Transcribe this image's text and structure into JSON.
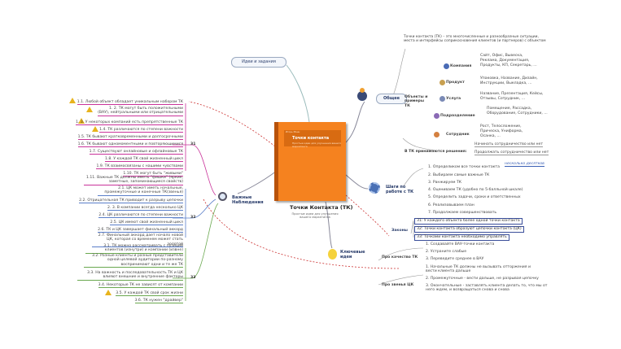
{
  "center": {
    "title": "Точки Контакта (ТК)",
    "subtitle": "Простые идеи для улучшения вашего маркетинга",
    "book_title": "Точки контакта",
    "book_sub": "Простые идеи для улучшения вашего маркетинга",
    "book_author": "Игорь Манн"
  },
  "top_node": {
    "label": "Идеи и задания"
  },
  "general": {
    "label": "Общее",
    "definition": "Точки контакта (ТК) – это многочисленные и разнообразные ситуации, места и интерфейсы соприкосновения клиентов (и партнеров) с объектом",
    "objects_label": "Объекты и примеры ТК",
    "objects": [
      {
        "name": "Компания",
        "detail": [
          "Сайт, Офис, Вывеска,",
          "Реклама, Документация,",
          "Продукты, КП, Секретарь, ..."
        ]
      },
      {
        "name": "Продукт",
        "detail": [
          "Упаковка, Название, Дизайн,",
          "Инструкции, Выкладка, ..."
        ]
      },
      {
        "name": "Услуга",
        "detail": [
          "Название, Презентация, Кейсы,",
          "Отзывы, Сотрудник, ..."
        ]
      },
      {
        "name": "Подразделение",
        "detail": [
          "Помещение, Рассадка,",
          "Оборудование, Сотрудники, ..."
        ]
      },
      {
        "name": "Сотрудник",
        "detail": [
          "Рост, Телосложение,",
          "Прическа, Униформа,",
          "Осанка, ..."
        ]
      }
    ],
    "decisions_label": "В ТК принимаются решения:",
    "decisions": [
      "Начинать сотрудничество или нет",
      "Продолжать сотрудничество или нет"
    ]
  },
  "steps": {
    "label": "Шаги по работе с ТК",
    "note": "несколько десятков",
    "items": [
      "1. Определиком все точки контакта",
      "2. Выбираем самые важные ТК",
      "3. Ранжируем ТК",
      "4. Оцениваем ТК (удобно по 5-балльной шкале)",
      "5. Определить задачи, сроки и ответственных",
      "6. Реализовываем план",
      "7. Продолжаем совершенствовать"
    ]
  },
  "laws": {
    "label": "Законы",
    "items": [
      "З1: У каждого объекта более одной точки контакта",
      "З2: Точки контакта образуют цепочки контакта (ЦК)",
      "З3: Точками контакта необходимо управлять"
    ]
  },
  "ideas": {
    "label": "Ключевые идеи",
    "quality_label": "Про качество ТК",
    "quality": [
      "1. Создавайте ВАУ-точки контакта",
      "2. Устраните слабые",
      "3. Переведите среднее в ВАУ"
    ],
    "chain_label": "Про звенья ЦК",
    "chain": [
      "1. Начальные ТК должны не вызывать отторжения и вести клиента дальше",
      "2. Промежуточные - вести дальше, не разрывая цепочку",
      "3. Окончательные - заставлять клиента делать то, что мы от него ждем, и возвращаться снова и снова"
    ]
  },
  "observations": {
    "label": "Важные Наблюдения",
    "b1": "31",
    "b2": "32",
    "b3": "33",
    "g1": [
      "1.1. Любой объект обладает уникальным набором ТК",
      "1. 2. ТК могут быть положительными (ВАУ), нейтральными или отрицательными",
      "1. 3. У некоторых компаний есть препрятственные ТК",
      "1.4. ТК различаются по степени важности",
      "1.5. ТК бывают кратковременными и долгосрочными",
      "1.6. ТК бывают одномоментными и повторяющимися",
      "1.7. Существуют онлайновые и офлайновые ТК",
      "1.8. У каждой ТК свой жизненный цикл",
      "1.9. ТК взаимосвязаны с нашими чувствами",
      "1.10. ТК могут быть \"живыми\"",
      "1.11. Важные ТК должны иметь \"фишки\" (яркие, заметные, запоминающиеся свойств)"
    ],
    "g2": [
      "2.1. ЦК может иметь начальные, промежуточные и конечные ТК(звенья)",
      "2.2. Отрицательная ТК приводит к разрыву цепочки",
      "2. 3. В компании всегда несколько ЦК",
      "2.4. ЦК различаются по степени важности",
      "2.5. ЦК имеют свой жизненный цикл",
      "2.6. ТК и ЦК завершает финальный аккорд",
      "2.7. Финальный аккорд дает начало новой ЦК, которая со временем может стать золотой"
    ],
    "g3": [
      "3.1. ТК можно рассматривать с позиций клиентов (изнутри) и компании (извне)",
      "3.2. Разные клиенты и разные представители одной целевой аудитории по-разному воспринимают одни и те же ТК",
      "3.3. На важность и последовательность ТК и ЦК влияют внешние и внутренние факторы",
      "3.4. Некоторые ТК не зависят от компании",
      "3.5. У каждой ТК свой срок жизни",
      "3.6. ТК нужен \"драйвер\""
    ]
  },
  "colors": {
    "magenta": "#c9339a",
    "blue": "#5a7ec9",
    "green": "#6aa84f",
    "red": "#cc3333",
    "orange": "#f5821f"
  }
}
